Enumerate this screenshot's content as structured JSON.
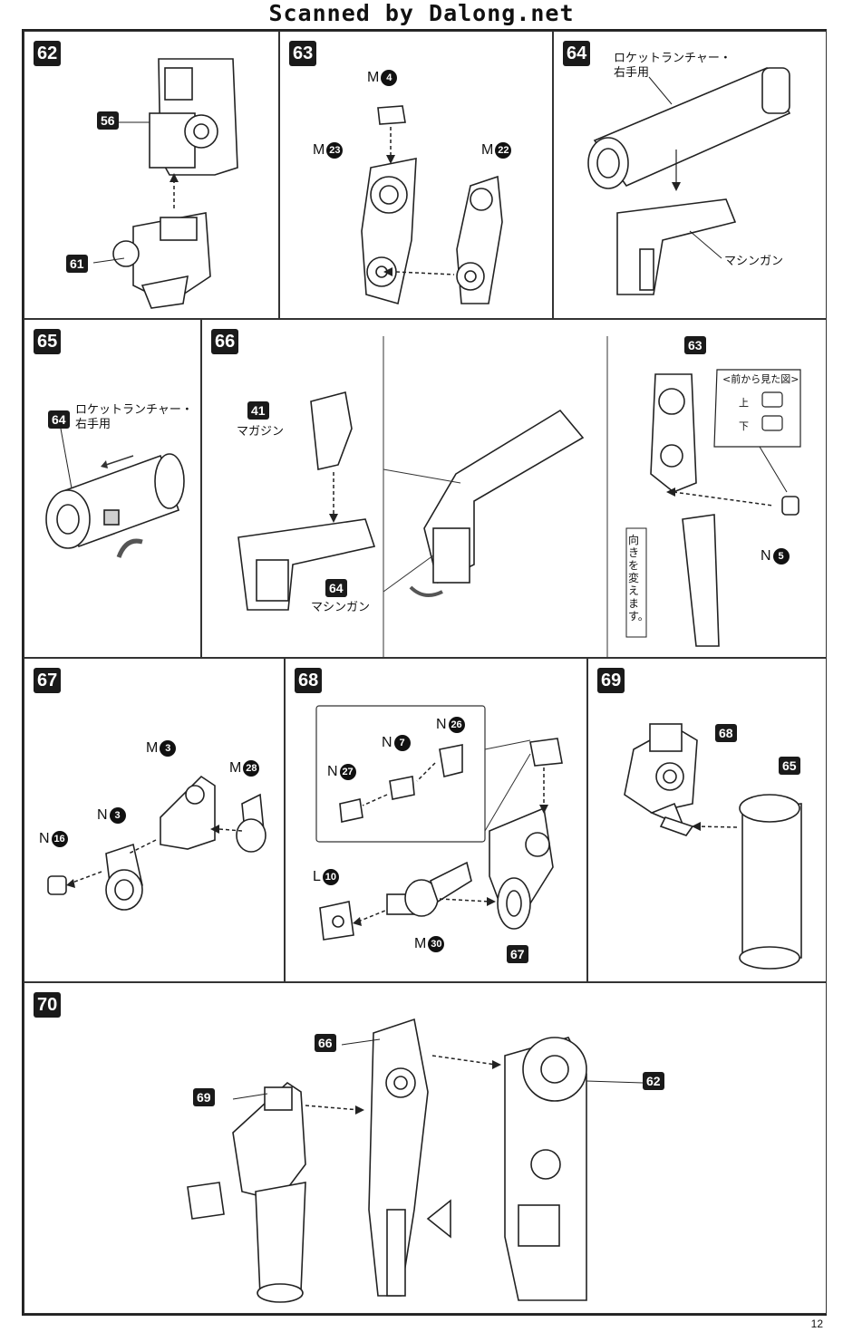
{
  "header": {
    "scan_credit": "Scanned by Dalong.net"
  },
  "page_number": "12",
  "steps": {
    "s62": {
      "num": "62",
      "refs": {
        "a": "56",
        "b": "61"
      }
    },
    "s63": {
      "num": "63",
      "letter": "M",
      "parts": {
        "a": "4",
        "b": "23",
        "c": "22"
      }
    },
    "s64": {
      "num": "64",
      "label_launcher_1": "ロケットランチャー・",
      "label_launcher_2": "右手用",
      "label_gun": "マシンガン"
    },
    "s65": {
      "num": "65",
      "ref": "64",
      "label_launcher_1": "ロケットランチャー・",
      "label_launcher_2": "右手用"
    },
    "s66": {
      "num": "66",
      "ref_mag": "41",
      "label_mag": "マガジン",
      "ref_gun": "64",
      "label_gun": "マシンガン",
      "ref_63": "63",
      "inset_title": "<前から見た図>",
      "inset_up": "上",
      "inset_down": "下",
      "part_letter": "N",
      "part_num": "5",
      "note": "向きを変えます。"
    },
    "s67": {
      "num": "67",
      "p1_letter": "M",
      "p1_num": "3",
      "p2_letter": "M",
      "p2_num": "28",
      "p3_letter": "N",
      "p3_num": "3",
      "p4_letter": "N",
      "p4_num": "16"
    },
    "s68": {
      "num": "68",
      "p1_letter": "N",
      "p1_num": "26",
      "p2_letter": "N",
      "p2_num": "7",
      "p3_letter": "N",
      "p3_num": "27",
      "p4_letter": "L",
      "p4_num": "10",
      "p5_letter": "M",
      "p5_num": "30",
      "ref": "67"
    },
    "s69": {
      "num": "69",
      "ref_a": "68",
      "ref_b": "65"
    },
    "s70": {
      "num": "70",
      "ref_a": "66",
      "ref_b": "62",
      "ref_c": "69"
    }
  }
}
